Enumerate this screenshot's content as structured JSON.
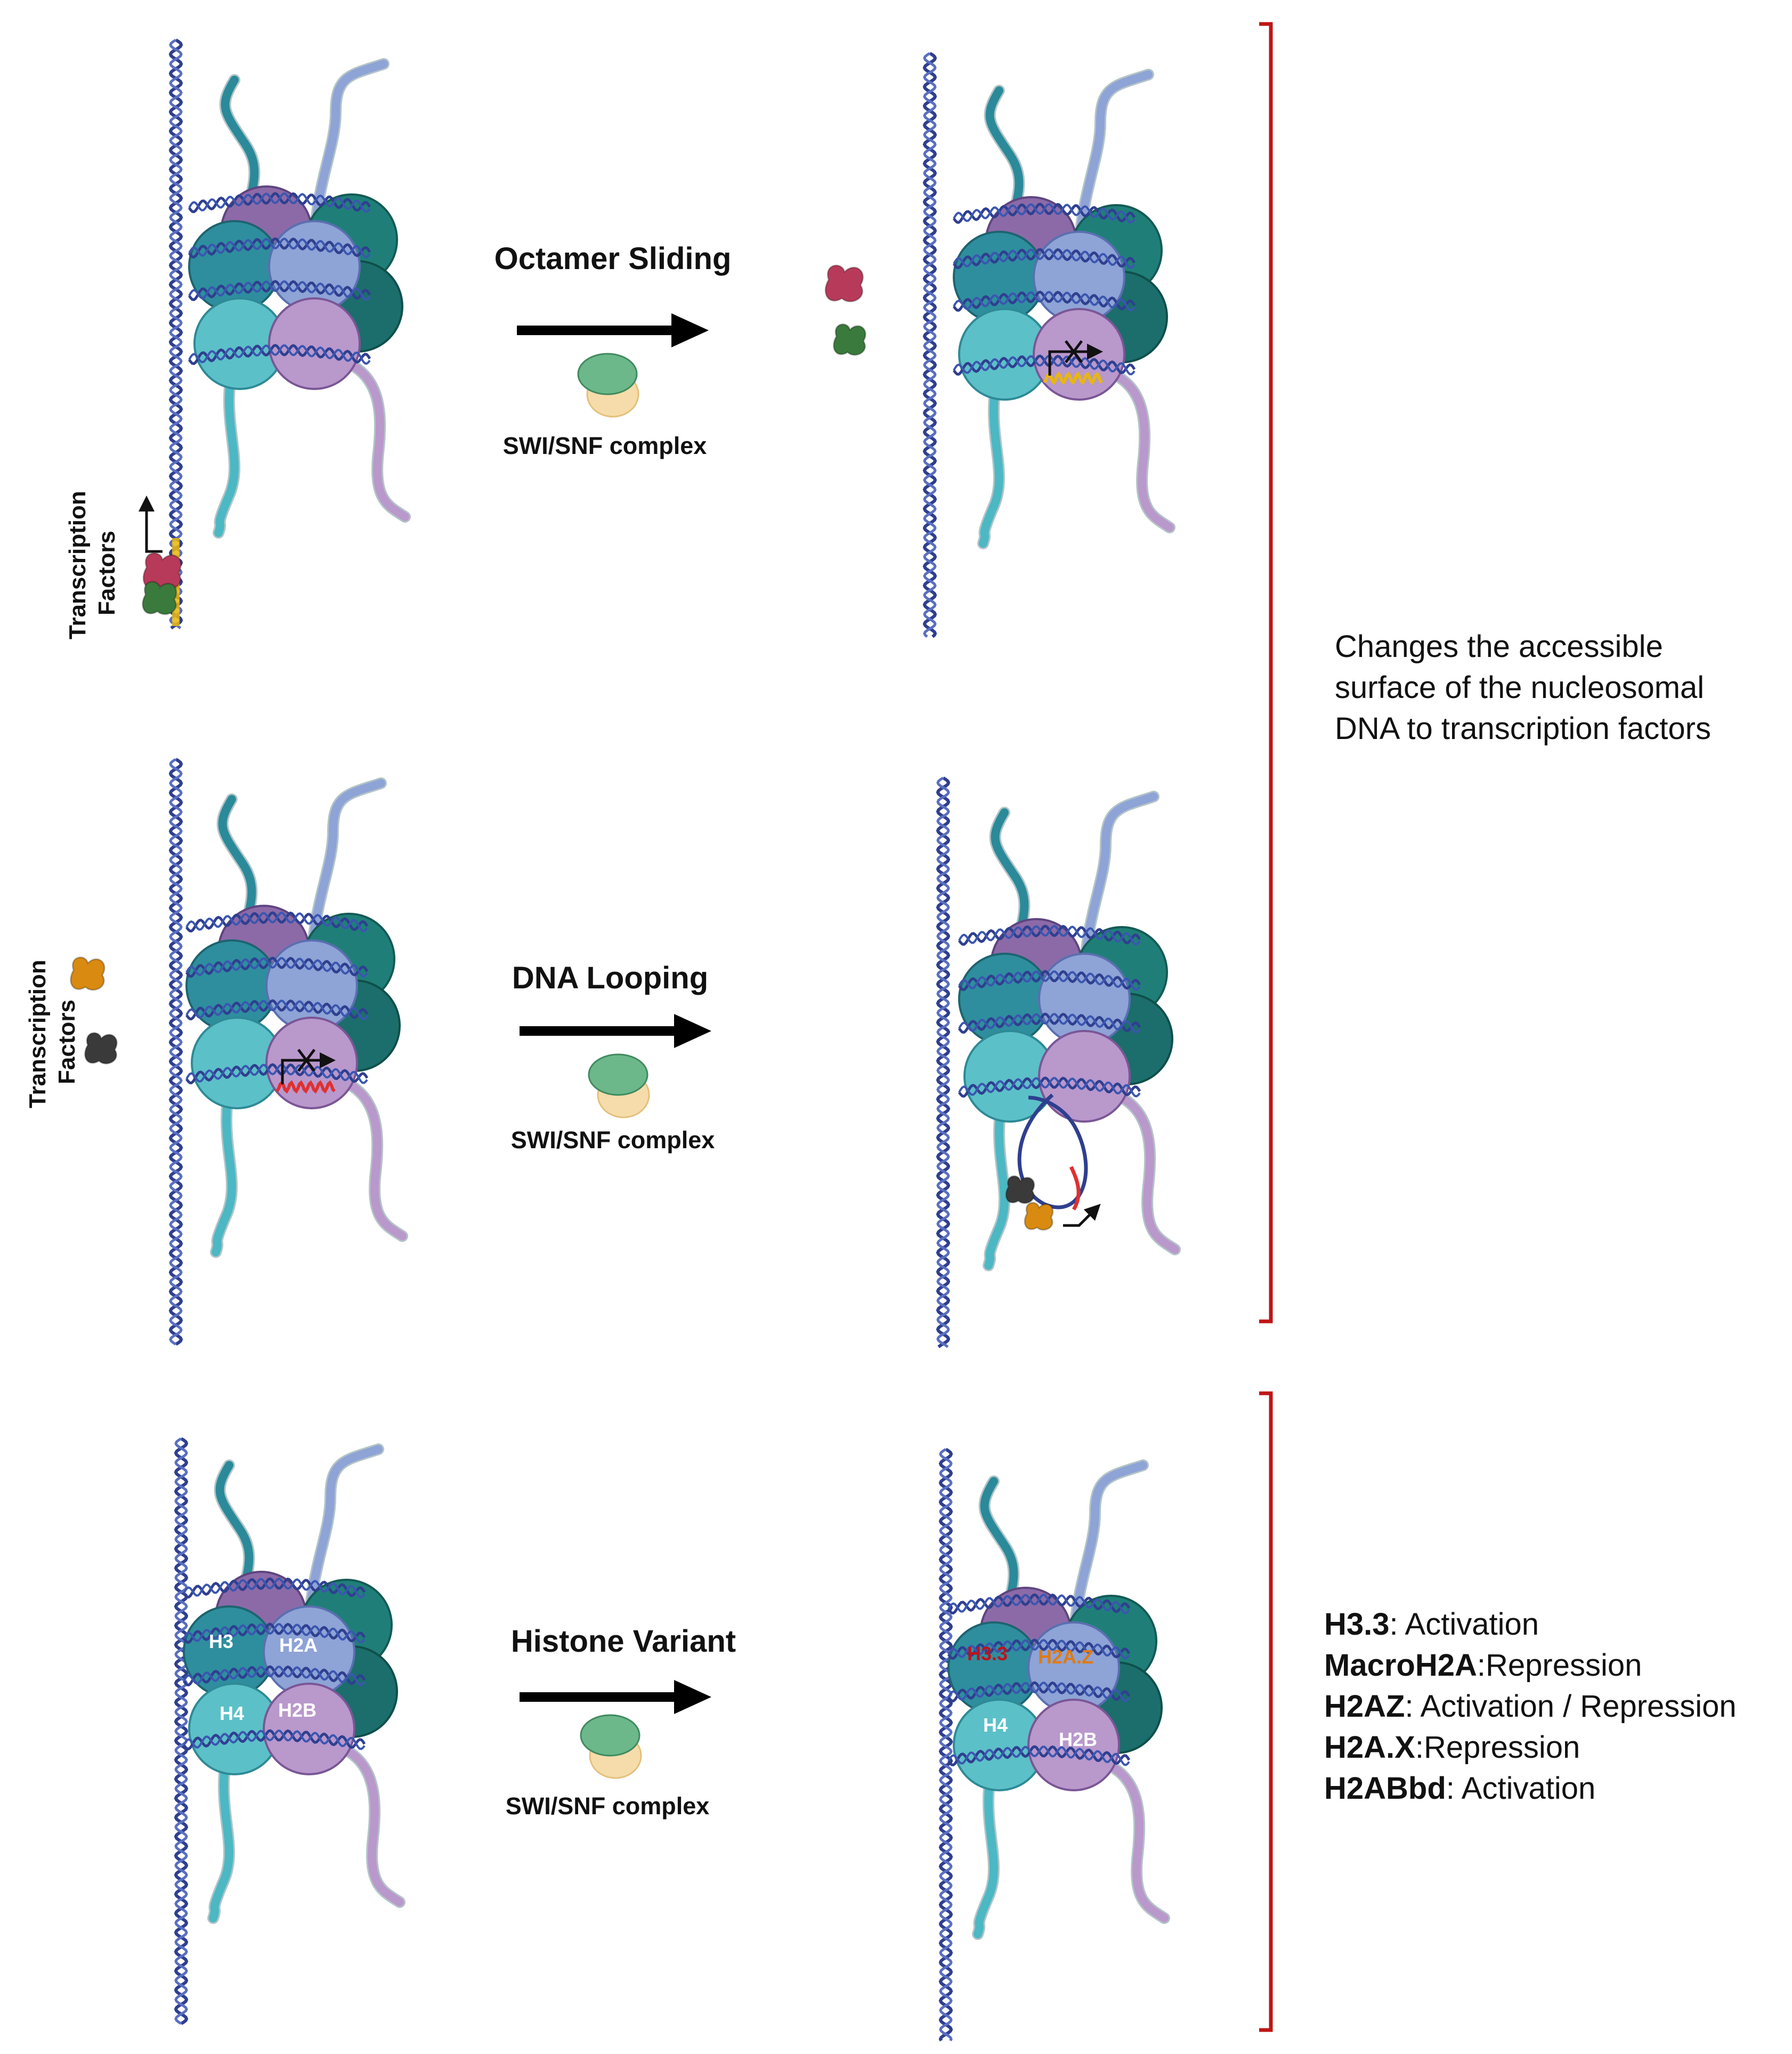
{
  "rows": [
    {
      "process": "Octamer Sliding",
      "enzyme": "SWI/SNF complex",
      "tf_label": [
        "Transcription",
        "Factors"
      ]
    },
    {
      "process": "DNA Looping",
      "enzyme": "SWI/SNF complex",
      "tf_label": [
        "Transcription",
        "Factors"
      ]
    },
    {
      "process": "Histone Variant",
      "enzyme": "SWI/SNF complex",
      "before_histones": {
        "h3": "H3",
        "h2a": "H2A",
        "h4": "H4",
        "h2b": "H2B"
      },
      "after_histones": {
        "h3": "H3.3",
        "h2a": "H2A.Z",
        "h4": "H4",
        "h2b": "H2B"
      }
    }
  ],
  "summary_top": [
    "Changes the accessible",
    "surface of the nucleosomal",
    "DNA to transcription factors"
  ],
  "variants": [
    {
      "name": "H3.3",
      "effect": ": Activation"
    },
    {
      "name": "MacroH2A",
      "effect": ":Repression"
    },
    {
      "name": "H2AZ",
      "effect": ": Activation / Repression"
    },
    {
      "name": "H2A.X",
      "effect": ":Repression"
    },
    {
      "name": "H2ABbd",
      "effect": ": Activation"
    }
  ],
  "colors": {
    "dna": "#2f3f8f",
    "h3": "#2e8e9e",
    "h2a": "#8ea3d6",
    "h4": "#5cc0c8",
    "h2b": "#b998cc",
    "back_purple": "#8c6aa8",
    "back_teal": "#1f7f78",
    "bracket": "#c01515",
    "tf_red": "#b83a5a",
    "tf_green": "#3a7a3c",
    "tf_orange": "#d98a10",
    "tf_grey": "#3a3a3a",
    "h33_text": "#c0121a",
    "h2az_text": "#e07a10"
  }
}
